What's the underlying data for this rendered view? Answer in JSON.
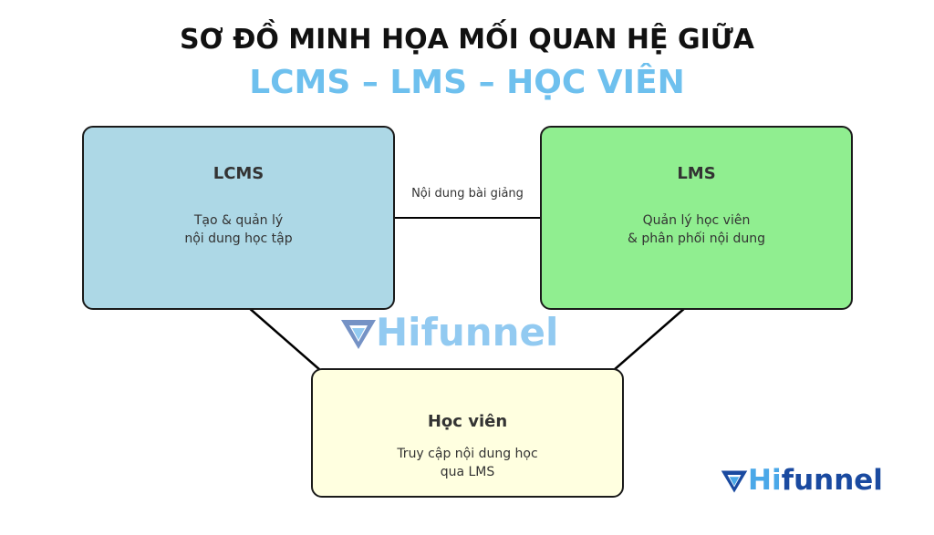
{
  "title": {
    "line1": "SƠ ĐỒ MINH HỌA MỐI QUAN HỆ GIỮA",
    "line2": "LCMS – LMS – HỌC VIÊN"
  },
  "nodes": {
    "lcms": {
      "name": "LCMS",
      "desc1": "Tạo & quản lý",
      "desc2": "nội dung học tập"
    },
    "lms": {
      "name": "LMS",
      "desc1": "Quản lý học viên",
      "desc2": "& phân phối nội dung"
    },
    "hoc_vien": {
      "name": "Học viên",
      "desc1": "Truy cập nội dung học",
      "desc2": "qua LMS"
    }
  },
  "edges": {
    "lms_to_lcms_label": "Nội dung bài giảng"
  },
  "logo": {
    "hi": "Hi",
    "funnel": "funnel"
  },
  "colors": {
    "title_accent": "#6ec0ee",
    "lcms_fill": "#add8e6",
    "lms_fill": "#90ee90",
    "hoc_vien_fill": "#ffffe0",
    "logo_light_blue": "#4aa8e8",
    "logo_dark_blue": "#1a4aa0"
  }
}
